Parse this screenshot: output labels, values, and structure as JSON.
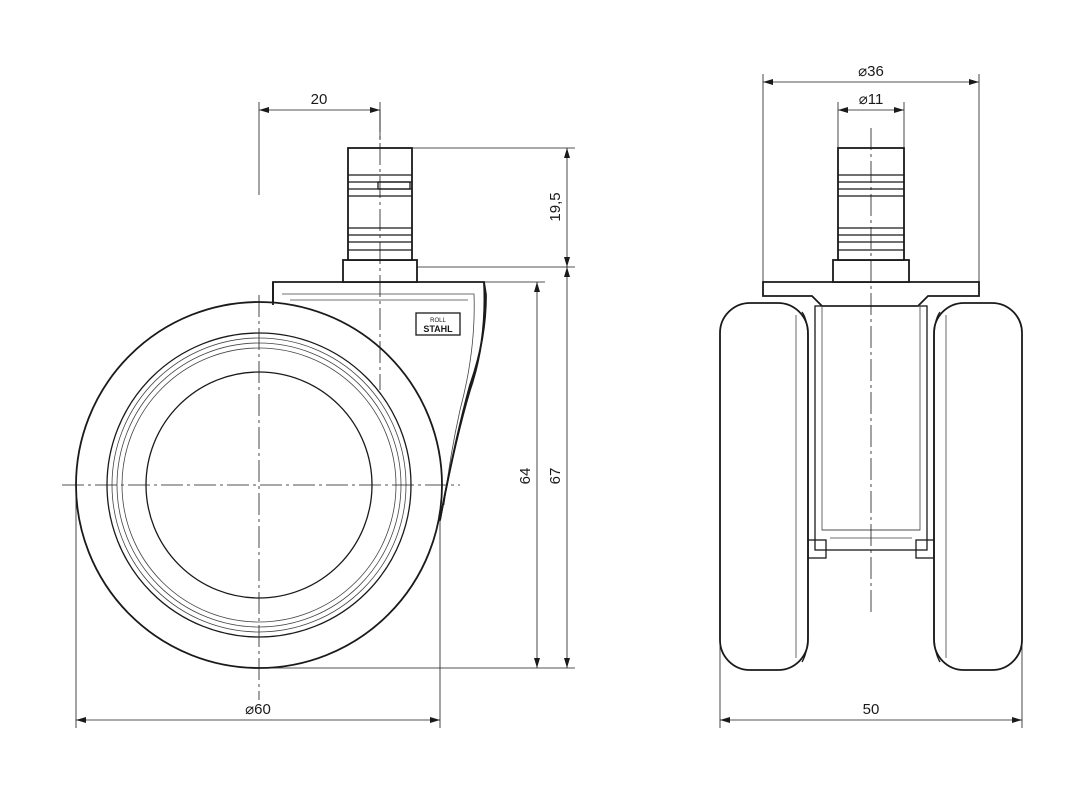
{
  "dimensions": {
    "pin_offset": "20",
    "pin_height": "19,5",
    "wheel_height_64": "64",
    "total_height_67": "67",
    "wheel_diameter": "⌀60",
    "plate_diameter": "⌀36",
    "pin_diameter": "⌀11",
    "overall_width": "50"
  },
  "logo": {
    "top_text": "ROLL",
    "brand_text": "STAHL"
  }
}
